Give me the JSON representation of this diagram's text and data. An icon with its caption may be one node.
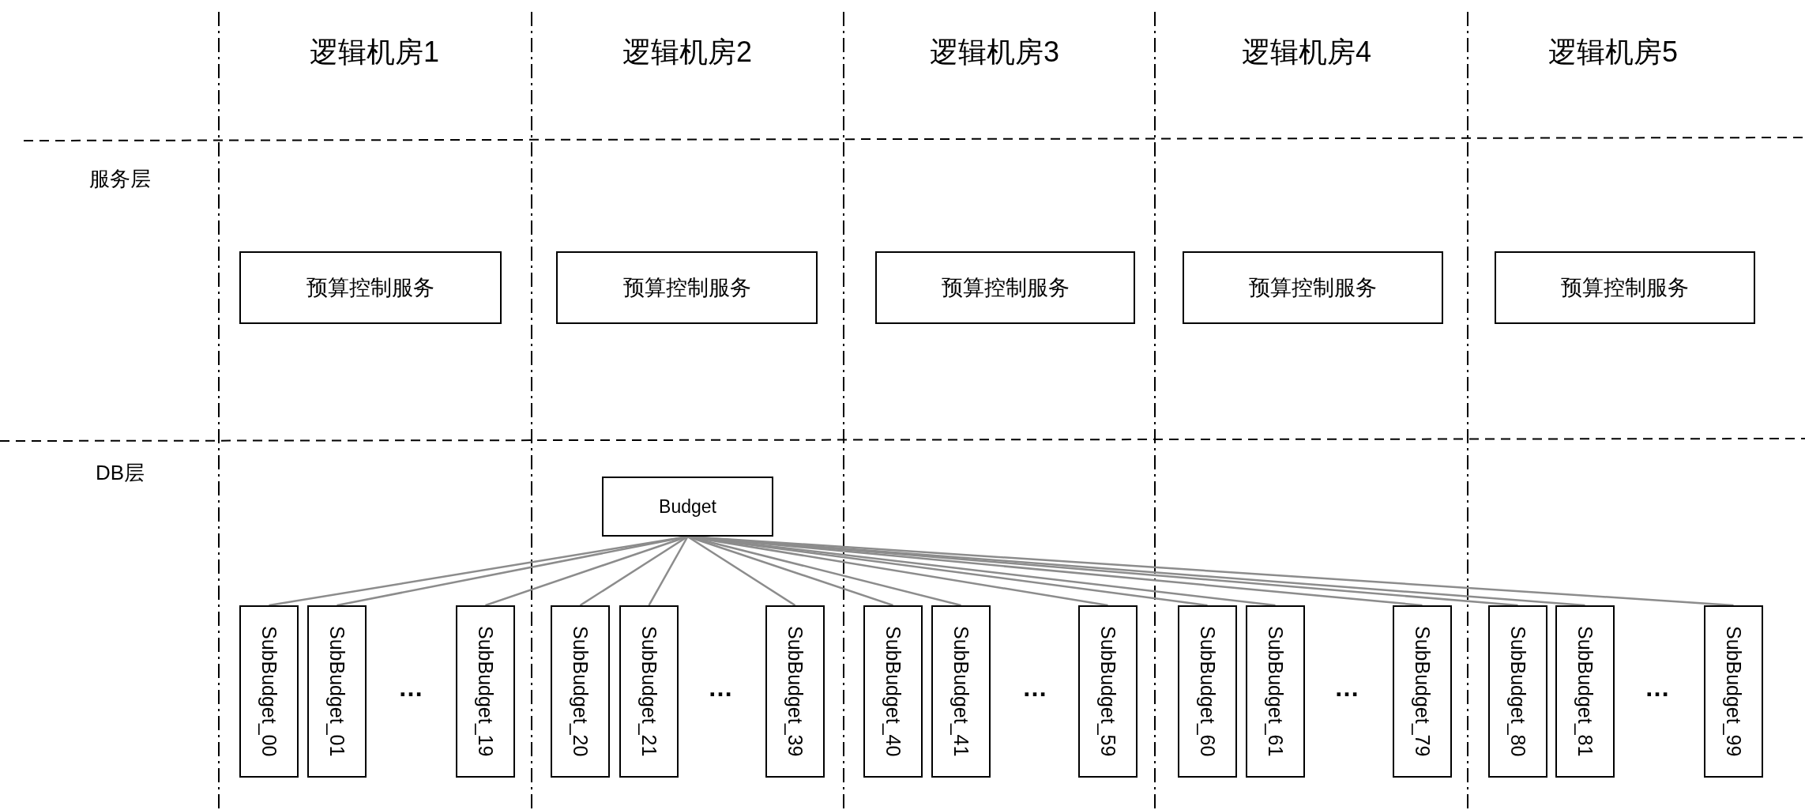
{
  "diagram": {
    "nodes": [
      {
        "text": [
          "预算控制服务"
        ]
      },
      {
        "text": [
          "预算控制服务"
        ]
      },
      {
        "text": [
          "预算控制服务"
        ]
      },
      {
        "text": [
          "预算控制服务"
        ]
      },
      {
        "text": [
          "预算控制服务"
        ]
      },
      {
        "text": [
          "Budget"
        ]
      },
      {
        "text": [
          "SubBudget_00"
        ]
      },
      {
        "text": [
          "SubBudget_01"
        ]
      },
      {
        "text": [
          "SubBudget_19"
        ]
      },
      {
        "text": [
          "SubBudget_20"
        ]
      },
      {
        "text": [
          "SubBudget_21"
        ]
      },
      {
        "text": [
          "SubBudget_39"
        ]
      },
      {
        "text": [
          "SubBudget_40"
        ]
      },
      {
        "text": [
          "SubBudget_41"
        ]
      },
      {
        "text": [
          "SubBudget_59"
        ]
      },
      {
        "text": [
          "SubBudget_60"
        ]
      },
      {
        "text": [
          "SubBudget_61"
        ]
      },
      {
        "text": [
          "SubBudget_79"
        ]
      },
      {
        "text": [
          "SubBudget_80"
        ]
      },
      {
        "text": [
          "SubBudget_81"
        ]
      },
      {
        "text": [
          "SubBudget_99"
        ]
      }
    ],
    "edges": [
      {
        "from": 5,
        "to": 6,
        "arrow": "none"
      },
      {
        "from": 5,
        "to": 7,
        "arrow": "none"
      },
      {
        "from": 5,
        "to": 8,
        "arrow": "none"
      },
      {
        "from": 5,
        "to": 9,
        "arrow": "none"
      },
      {
        "from": 5,
        "to": 10,
        "arrow": "none"
      },
      {
        "from": 5,
        "to": 11,
        "arrow": "none"
      },
      {
        "from": 5,
        "to": 12,
        "arrow": "none"
      },
      {
        "from": 5,
        "to": 13,
        "arrow": "none"
      },
      {
        "from": 5,
        "to": 14,
        "arrow": "none"
      },
      {
        "from": 5,
        "to": 15,
        "arrow": "none"
      },
      {
        "from": 5,
        "to": 16,
        "arrow": "none"
      },
      {
        "from": 5,
        "to": 17,
        "arrow": "none"
      },
      {
        "from": 5,
        "to": 18,
        "arrow": "none"
      },
      {
        "from": 5,
        "to": 19,
        "arrow": "none"
      },
      {
        "from": 5,
        "to": 20,
        "arrow": "none"
      }
    ],
    "labels": [
      "逻辑机房1",
      "逻辑机房2",
      "逻辑机房3",
      "逻辑机房4",
      "逻辑机房5",
      "服务层",
      "DB层",
      "…",
      "…",
      "…",
      "…",
      "…"
    ]
  }
}
